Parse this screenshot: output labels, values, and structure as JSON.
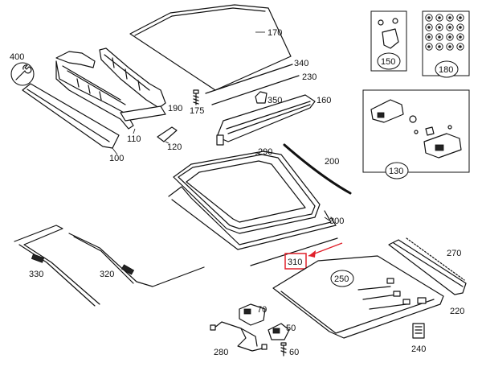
{
  "callouts": {
    "p400": "400",
    "p100": "100",
    "p110": "110",
    "p120": "120",
    "p190": "190",
    "p175": "175",
    "p170": "170",
    "p340": "340",
    "p230": "230",
    "p350": "350",
    "p160": "160",
    "p150": "150",
    "p180": "180",
    "p130": "130",
    "p290": "290",
    "p200": "200",
    "p300": "300",
    "p310": "310",
    "p250": "250",
    "p270": "270",
    "p220": "220",
    "p240": "240",
    "p330": "330",
    "p320": "320",
    "p70": "70",
    "p50": "50",
    "p60": "60",
    "p280": "280"
  },
  "highlight": {
    "part": "310",
    "color": "#e0202a"
  }
}
